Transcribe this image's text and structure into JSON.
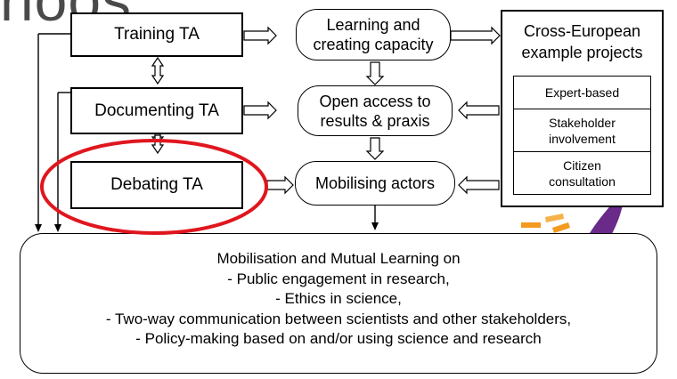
{
  "header": {
    "title_fragment": "rioos"
  },
  "left_boxes": {
    "training": "Training TA",
    "documenting": "Documenting TA",
    "debating": "Debating TA"
  },
  "middle_boxes": {
    "learning_line1": "Learning and",
    "learning_line2": "creating capacity",
    "open_access_line1": "Open access to",
    "open_access_line2": "results & praxis",
    "mobilising": "Mobilising actors"
  },
  "cross_european": {
    "title_line1": "Cross-European",
    "title_line2": "example projects",
    "items": [
      {
        "line1": "Expert-based",
        "line2": ""
      },
      {
        "line1": "Stakeholder",
        "line2": "involvement"
      },
      {
        "line1": "Citizen",
        "line2": "consultation"
      }
    ]
  },
  "bottom": {
    "lines": [
      "Mobilisation and Mutual Learning on",
      "- Public engagement in research,",
      "- Ethics in science,",
      "- Two-way communication between scientists and other stakeholders,",
      "- Policy-making based on and/or using science and research"
    ]
  },
  "colors": {
    "highlight_ellipse": "#e0161e",
    "logo_purple": "#6a2a8a",
    "logo_orange": "#f39a1f"
  }
}
